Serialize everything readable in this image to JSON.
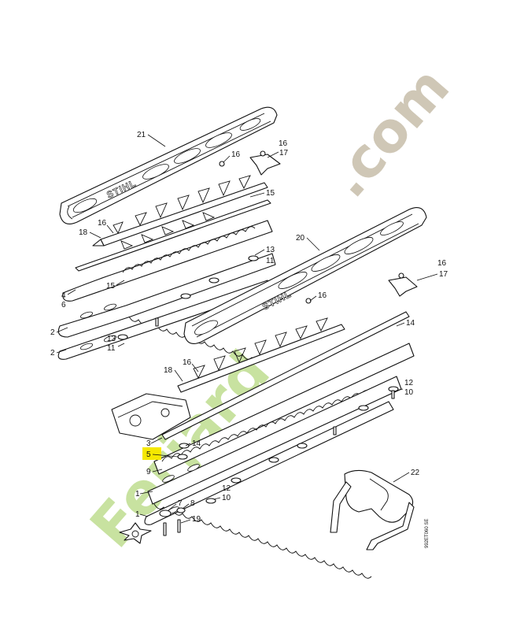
{
  "brand_text": "STIHL",
  "drawing_code": "992ET060 SE",
  "highlight_color": "#f5e800",
  "watermark": {
    "left_text": "Ferjard",
    "right_text": ".com",
    "left_color": "#c8e2a0",
    "right_color": "#cfc7b6"
  },
  "callouts": [
    {
      "id": "c21a",
      "text": "21"
    },
    {
      "id": "c16a",
      "text": "16"
    },
    {
      "id": "c16b",
      "text": "16"
    },
    {
      "id": "c17a",
      "text": "17"
    },
    {
      "id": "c15a",
      "text": "15"
    },
    {
      "id": "c18a",
      "text": "18"
    },
    {
      "id": "c16c",
      "text": "16"
    },
    {
      "id": "c20a",
      "text": "20"
    },
    {
      "id": "c13a",
      "text": "13"
    },
    {
      "id": "c11a",
      "text": "11"
    },
    {
      "id": "c4a",
      "text": "4"
    },
    {
      "id": "c6a",
      "text": "6"
    },
    {
      "id": "c15b",
      "text": "15"
    },
    {
      "id": "c16d",
      "text": "16"
    },
    {
      "id": "c17b",
      "text": "17"
    },
    {
      "id": "c16e",
      "text": "16"
    },
    {
      "id": "c2a",
      "text": "2"
    },
    {
      "id": "c13b",
      "text": "13"
    },
    {
      "id": "c11b",
      "text": "11"
    },
    {
      "id": "c2b",
      "text": "2"
    },
    {
      "id": "c14a",
      "text": "14"
    },
    {
      "id": "c18b",
      "text": "18"
    },
    {
      "id": "c16f",
      "text": "16"
    },
    {
      "id": "c12a",
      "text": "12"
    },
    {
      "id": "c10a",
      "text": "10"
    },
    {
      "id": "c3a",
      "text": "3"
    },
    {
      "id": "c14b",
      "text": "14"
    },
    {
      "id": "c5a",
      "text": "5"
    },
    {
      "id": "c9a",
      "text": "9"
    },
    {
      "id": "c22a",
      "text": "22"
    },
    {
      "id": "c12b",
      "text": "12"
    },
    {
      "id": "c10b",
      "text": "10"
    },
    {
      "id": "c1a",
      "text": "1"
    },
    {
      "id": "c7a",
      "text": "7"
    },
    {
      "id": "c8a",
      "text": "8"
    },
    {
      "id": "c1b",
      "text": "1"
    },
    {
      "id": "c19a",
      "text": "19"
    }
  ]
}
